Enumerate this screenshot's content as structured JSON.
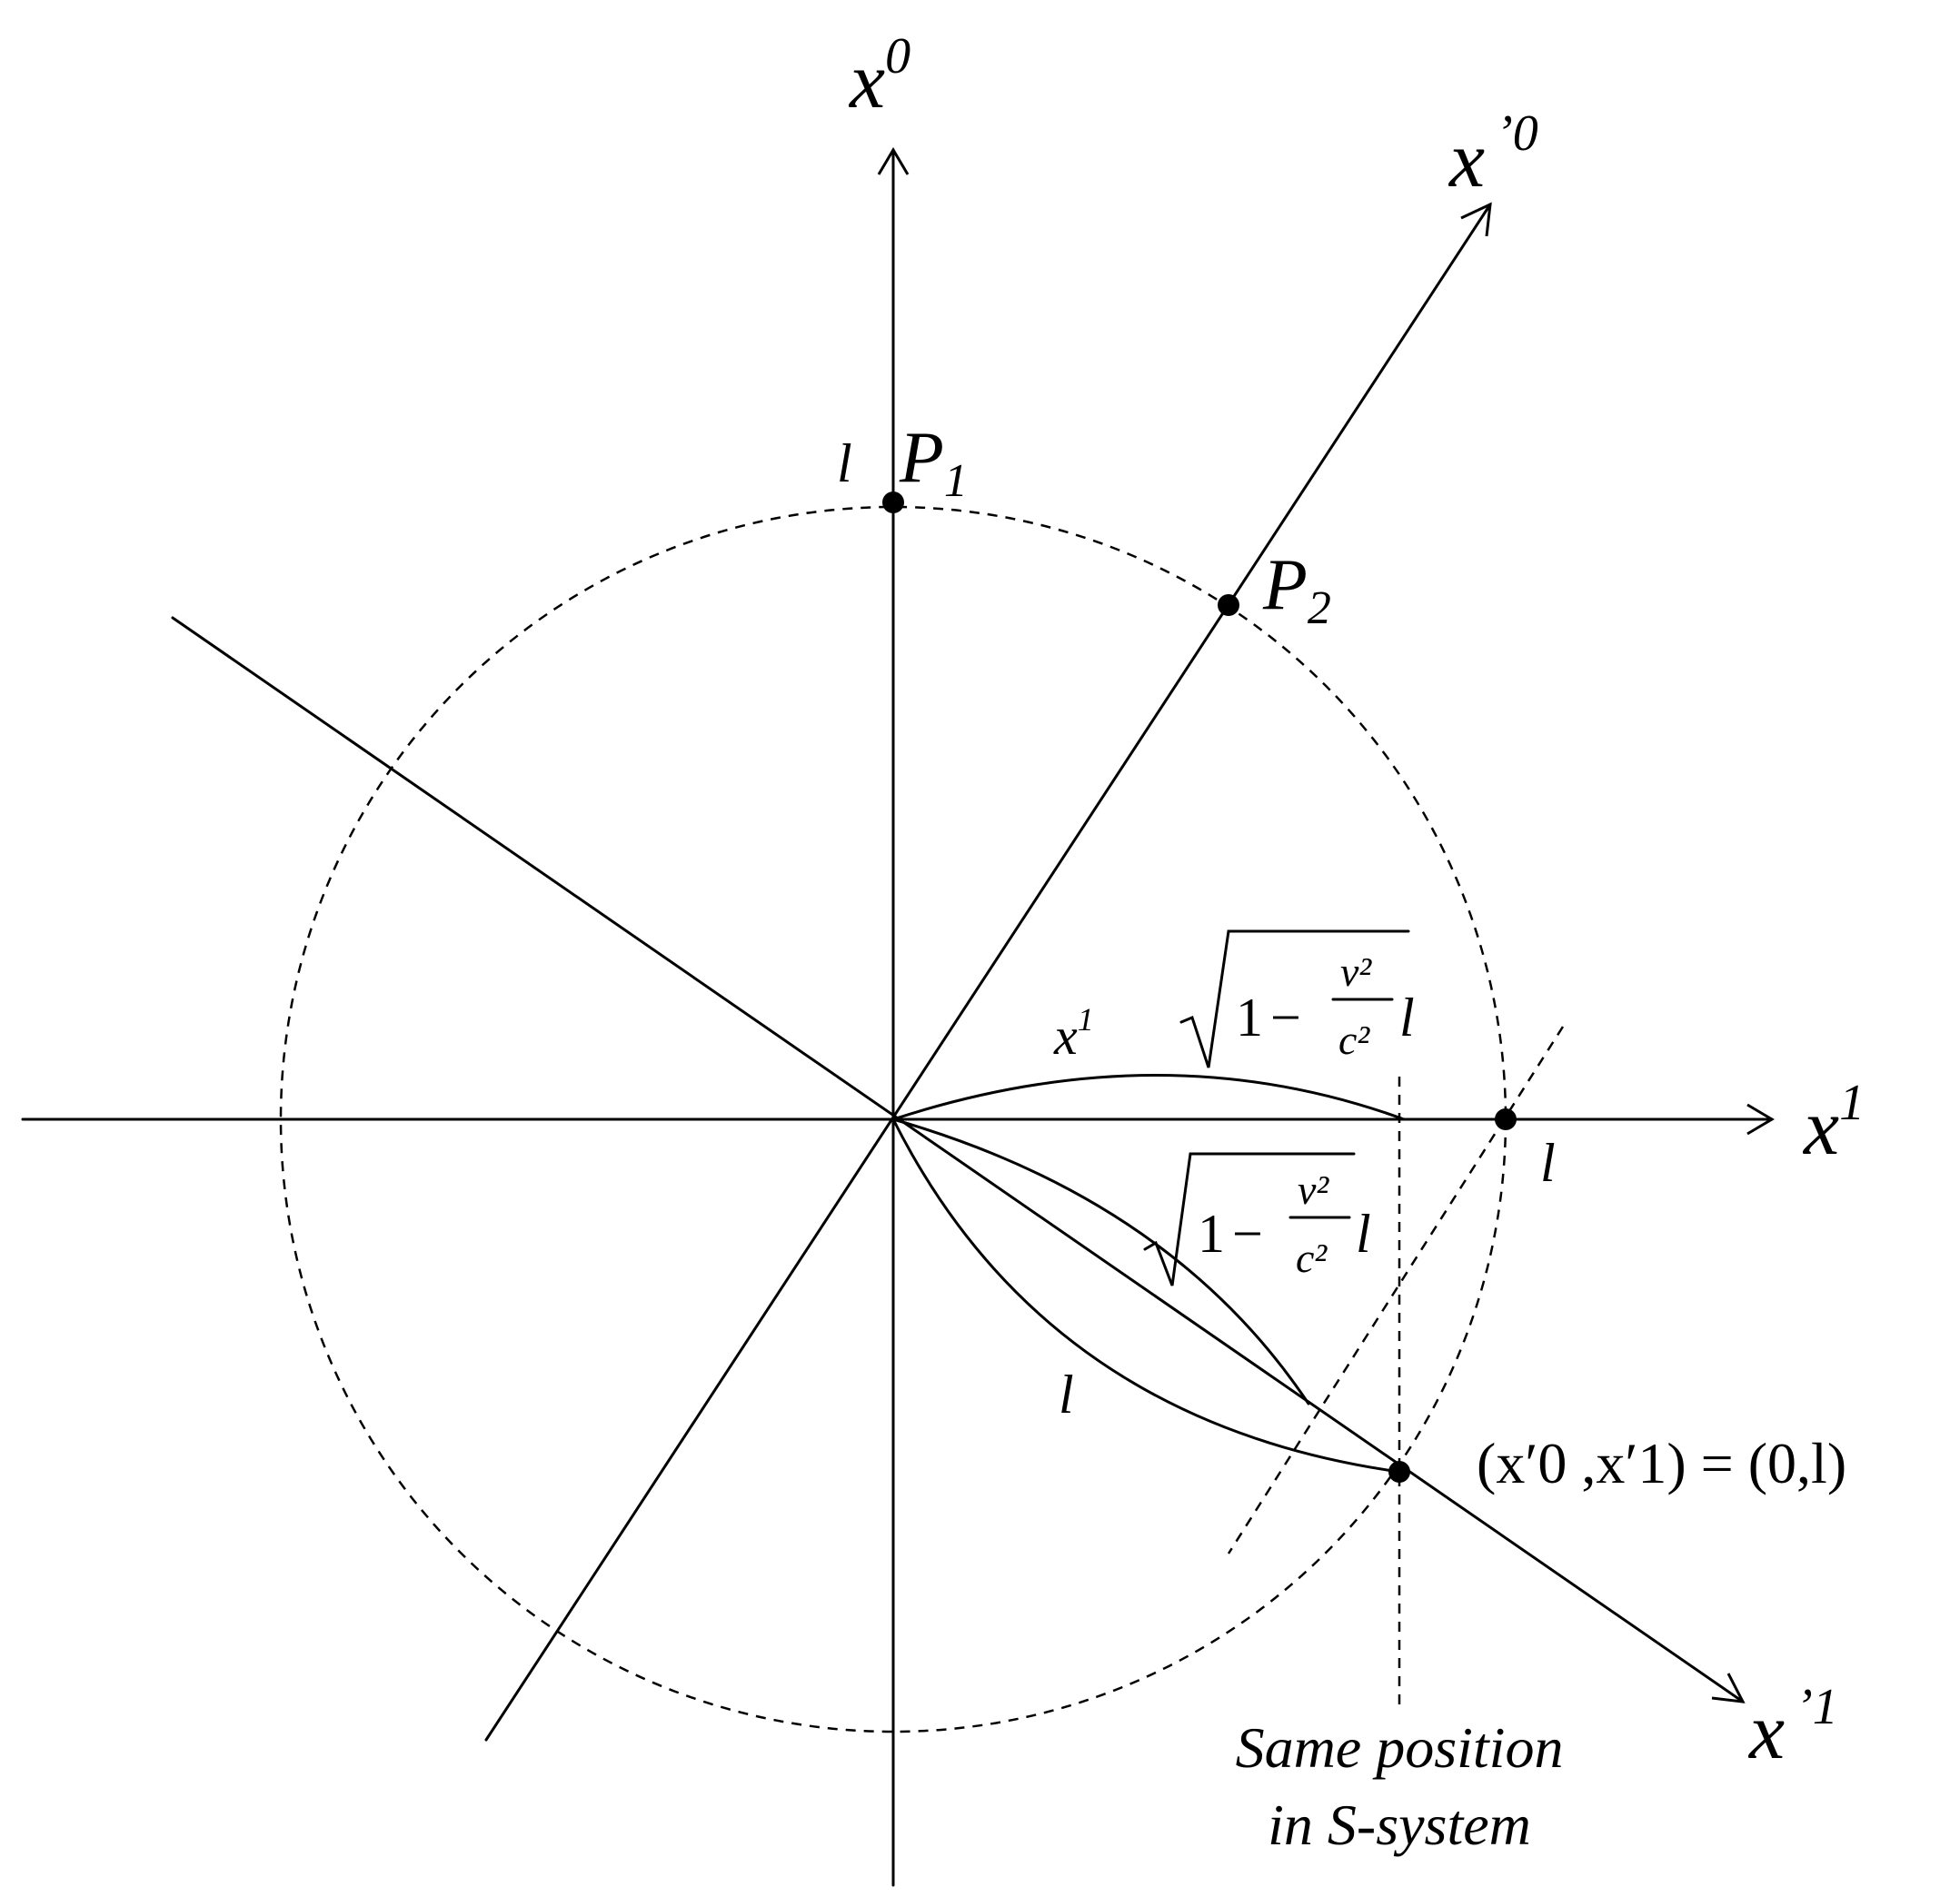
{
  "axes": {
    "x0": {
      "base": "x",
      "sup": "0"
    },
    "x0_prime": {
      "base": "x",
      "sup": "’0"
    },
    "x1": {
      "base": "x",
      "sup": "1"
    },
    "x1_prime": {
      "base": "x",
      "sup": "’1"
    }
  },
  "points": {
    "p1": {
      "letter": "P",
      "sub": "1",
      "length_label": "l"
    },
    "p2": {
      "letter": "P",
      "sub": "2"
    },
    "x1_intercept_label": "l",
    "coord_label": "(x′0 ,x′1) = (0,l)"
  },
  "arcs": {
    "upper": {
      "axis_label_base": "x",
      "axis_label_sup": "1",
      "formula": {
        "one": "1",
        "minus": "−",
        "num": "v²",
        "den": "c²",
        "tail": "l"
      }
    },
    "middle": {
      "formula": {
        "one": "1",
        "minus": "−",
        "num": "v²",
        "den": "c²",
        "tail": "l"
      }
    },
    "lower": {
      "label": "l"
    }
  },
  "caption": {
    "line1": "Same position",
    "line2": "in S-system"
  }
}
